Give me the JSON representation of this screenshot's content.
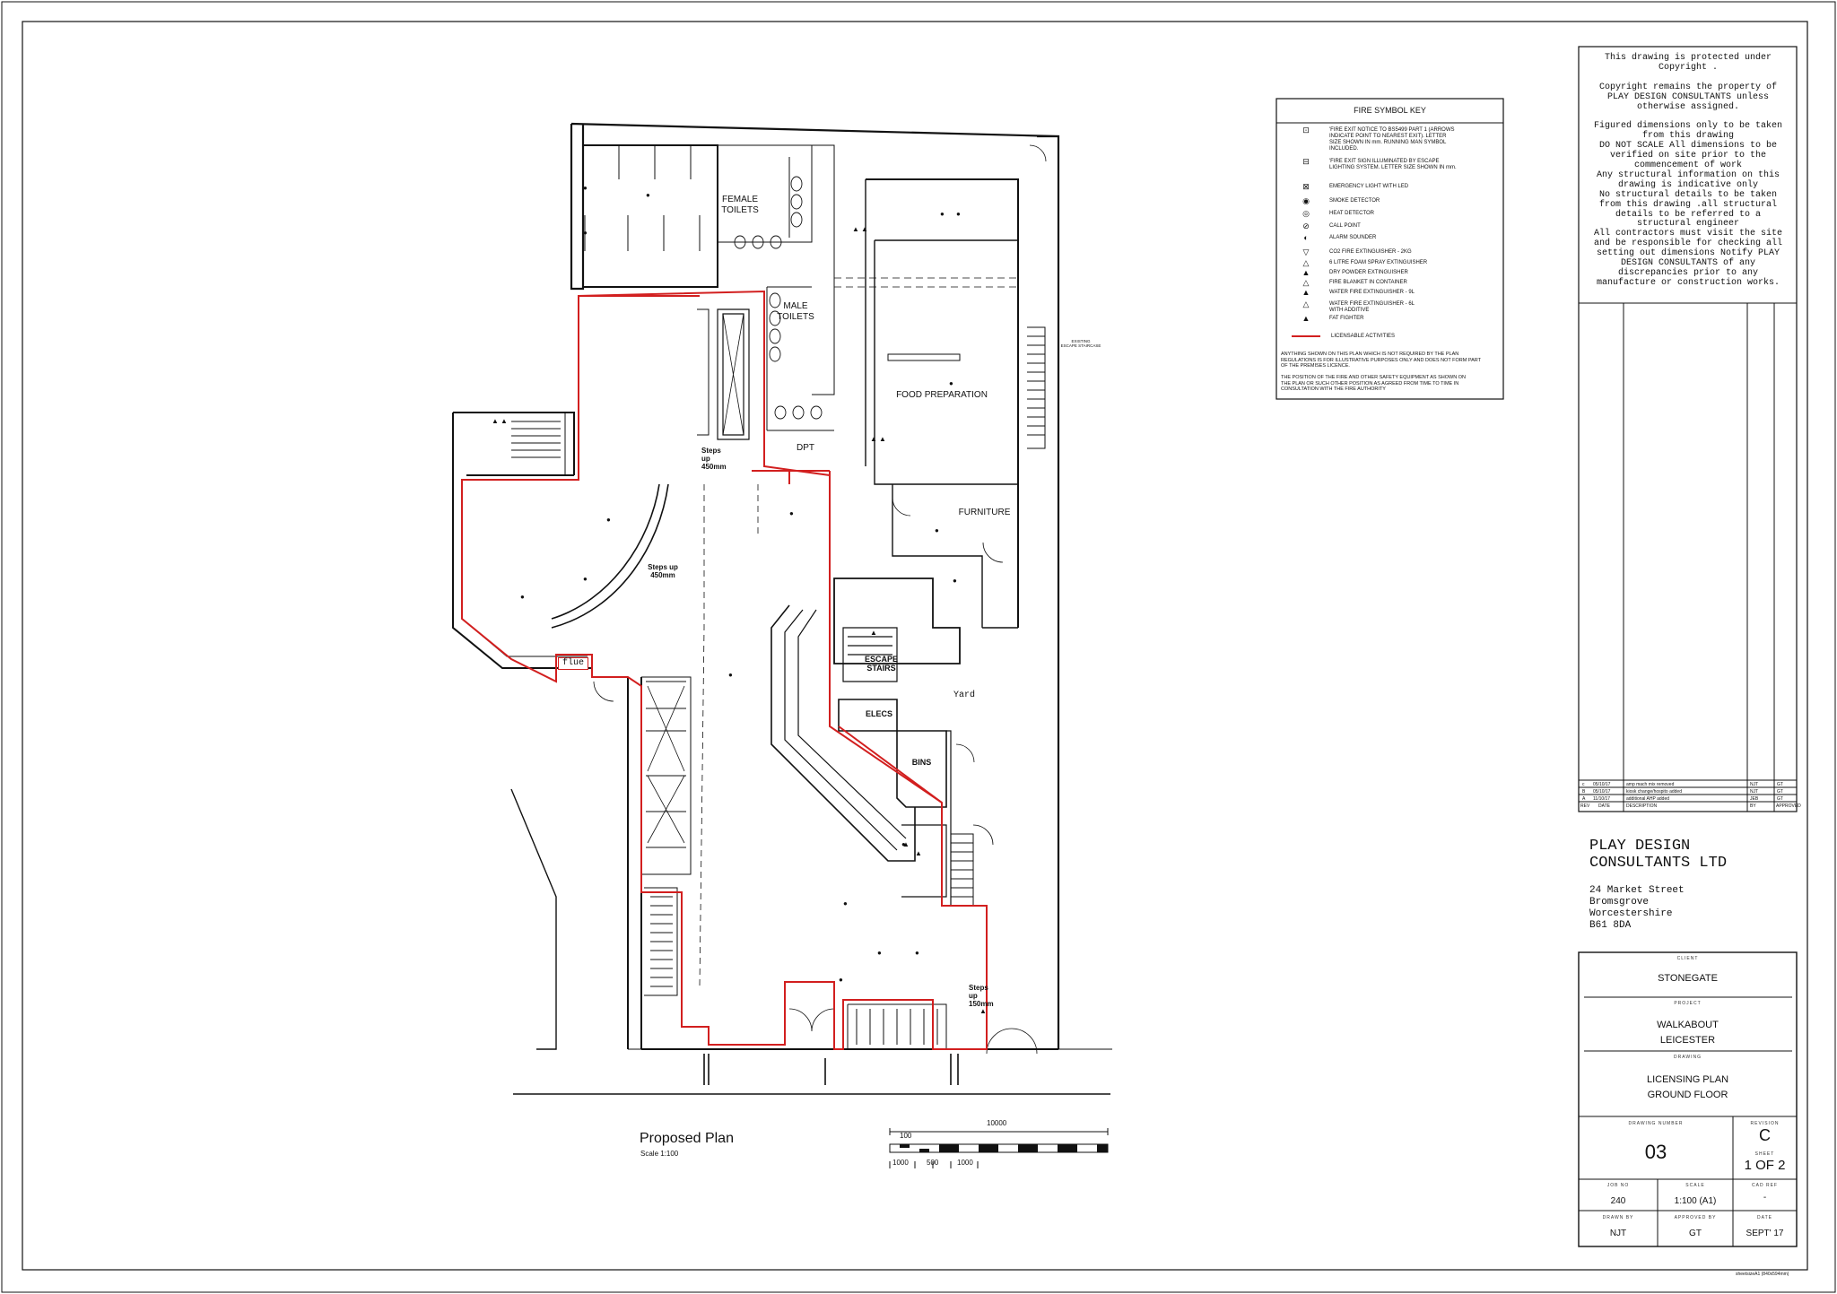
{
  "rooms": {
    "female_toilets": "FEMALE\nTOILETS",
    "male_toilets": "MALE\nTOILETS",
    "food_preparation": "FOOD PREPARATION",
    "furniture": "FURNITURE",
    "dpt": "DPT",
    "escape_stairs": "ESCAPE\nSTAIRS",
    "elecs": "ELECS",
    "bins": "BINS",
    "yard": "Yard",
    "flue": "flue",
    "steps_up_1": "Steps\nup\n450mm",
    "steps_up_2": "Steps  up\n450mm",
    "steps_up_3": "Steps\nup\n150mm",
    "existing_escape": "EXISTING\nESCAPE STAIRCASE"
  },
  "plan": {
    "title": "Proposed Plan",
    "scale": "Scale 1:100"
  },
  "scale_bar": {
    "total": "10000",
    "minor": "100",
    "ticks": [
      "1000",
      "500",
      "1000"
    ]
  },
  "fire_key": {
    "title": "FIRE SYMBOL KEY",
    "items": [
      {
        "icon": "exit-sign-icon",
        "glyph": "⊡",
        "text": "'FIRE EXIT NOTICE TO BS5499 PART 1 (ARROWS\nINDICATE POINT TO NEAREST EXIT). LETTER\nSIZE SHOWN IN mm. RUNNING MAN SYMBOL\nINCLUDED."
      },
      {
        "icon": "illuminated-exit-sign-icon",
        "glyph": "⊟",
        "text": "'FIRE EXIT SIGN ILLUMINATED BY ESCAPE\nLIGHTING SYSTEM. LETTER SIZE SHOWN IN mm."
      },
      {
        "icon": "emergency-light-icon",
        "glyph": "⊠",
        "text": "EMERGENCY LIGHT WITH LED"
      },
      {
        "icon": "smoke-detector-icon",
        "glyph": "◉",
        "text": "SMOKE DETECTOR"
      },
      {
        "icon": "heat-detector-icon",
        "glyph": "◎",
        "text": "HEAT DETECTOR"
      },
      {
        "icon": "call-point-icon",
        "glyph": "⊘",
        "text": "CALL POINT"
      },
      {
        "icon": "alarm-sounder-icon",
        "glyph": "◐",
        "text": "ALARM SOUNDER"
      },
      {
        "icon": "co2-extinguisher-icon",
        "glyph": "▽",
        "text": "CO2 FIRE EXTINGUISHER - 2KG"
      },
      {
        "icon": "foam-extinguisher-icon",
        "glyph": "△",
        "text": "6 LITRE FOAM SPRAY EXTINGUISHER"
      },
      {
        "icon": "powder-extinguisher-icon",
        "glyph": "▲",
        "text": "DRY POWDER EXTINGUISHER"
      },
      {
        "icon": "fire-blanket-icon",
        "glyph": "△",
        "text": "FIRE BLANKET IN CONTAINER"
      },
      {
        "icon": "water-extinguisher-icon",
        "glyph": "▲",
        "text": "WATER FIRE EXTINGUISHER - 9L"
      },
      {
        "icon": "water-additive-extinguisher-icon",
        "glyph": "△",
        "text": "WATER FIRE EXTINGUISHER - 6L\nWITH ADDITIVE"
      },
      {
        "icon": "fat-fighter-icon",
        "glyph": "▲",
        "text": "FAT FIGHTER"
      }
    ],
    "licensable": "LICENSABLE ACTIVITIES",
    "note1": "ANYTHING SHOWN ON THIS PLAN WHICH IS NOT REQUIRED BY THE PLAN\nREGULATIONS IS FOR ILLUSTRATIVE PURPOSES ONLY AND DOES NOT FORM PART\nOF THE PREMISES LICENCE.",
    "note2": "THE POSITION OF THE FIRE AND OTHER SAFETY EQUIPMENT AS SHOWN ON\nTHE PLAN OR SUCH OTHER POSITION AS AGREED FROM TIME TO TIME IN\nCONSULTATION WITH THE FIRE AUTHORITY"
  },
  "notes": {
    "copyright": "This drawing is protected under\nCopyright .\n\nCopyright remains the property of\nPLAY DESIGN CONSULTANTS unless\notherwise assigned.\n\nFigured dimensions only to be taken\nfrom this drawing\nDO NOT SCALE  All dimensions to be\nverified on site prior to the\ncommencement of work\nAny structural information on this\ndrawing is indicative only\nNo structural details to be taken\nfrom this drawing .all structural\ndetails to be referred to a\nstructural engineer\nAll contractors must visit the site\nand be responsible for checking all\nsetting out dimensions  Notify PLAY\nDESIGN CONSULTANTS of any\ndiscrepancies prior to any\nmanufacture or construction works."
  },
  "revisions": {
    "rows": [
      {
        "rev": "c",
        "date": "05/10/17",
        "desc": "amp mach mix removed",
        "by": "NJT",
        "app": "GT"
      },
      {
        "rev": "B",
        "date": "05/10/17",
        "desc": "kiosk change/hospito added",
        "by": "NJT",
        "app": "GT"
      },
      {
        "rev": "A",
        "date": "11/10/17",
        "desc": "additional AHP added",
        "by": "JEB",
        "app": "GT"
      }
    ],
    "headers": {
      "rev": "REV",
      "date": "DATE",
      "desc": "DESCRIPTION",
      "by": "BY",
      "app": "APPROVED"
    }
  },
  "company": {
    "name": "PLAY DESIGN\nCONSULTANTS LTD",
    "address": "24 Market Street\nBromsgrove\nWorcestershire\nB61 8DA"
  },
  "title_block": {
    "client_label": "CLIENT",
    "client": "STONEGATE",
    "project_label": "PROJECT",
    "project": "WALKABOUT\nLEICESTER",
    "drawing_label": "DRAWING",
    "drawing": "LICENSING PLAN\nGROUND FLOOR",
    "drawing_number_label": "DRAWING NUMBER",
    "drawing_number": "03",
    "revision_label": "REVISION",
    "revision": "C",
    "sheet_label": "SHEET",
    "sheet": "1 OF 2",
    "job_no_label": "JOB NO",
    "job_no": "240",
    "scale_label": "SCALE",
    "scale": "1:100 (A1)",
    "cad_ref_label": "CAD REF",
    "cad_ref": "-",
    "drawn_by_label": "DRAWN BY",
    "drawn_by": "NJT",
    "approved_by_label": "APPROVED BY",
    "approved_by": "GT",
    "date_label": "DATE",
    "date": "SEPT' 17",
    "sheet_size": "sheetsizeA1 (840x594mm)"
  },
  "colors": {
    "licensable_line": "#d21f1f",
    "ink": "#111111"
  }
}
